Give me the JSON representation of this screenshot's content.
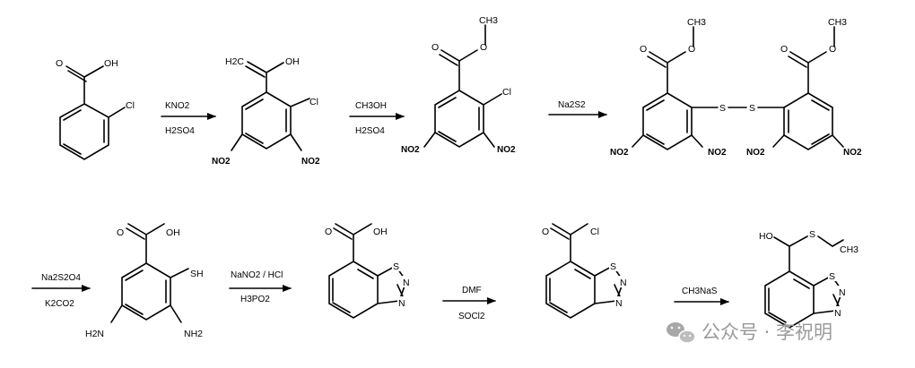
{
  "reagents": {
    "step1_top": "KNO2",
    "step1_bottom": "H2SO4",
    "step2_top": "CH3OH",
    "step2_bottom": "H2SO4",
    "step3_top": "Na2S2",
    "step4_top": "Na2S2O4",
    "step4_bottom": "K2CO2",
    "step5_top": "NaNO2 / HCl",
    "step5_bottom": "H3PO2",
    "step6_top": "DMF",
    "step6_bottom": "SOCl2",
    "step7_top": "CH3NaS"
  },
  "atoms": {
    "o": "O",
    "oh": "OH",
    "ho": "HO",
    "cl": "Cl",
    "no2": "NO2",
    "ch3": "CH3",
    "h2c": "H2C",
    "s": "S",
    "sh": "SH",
    "n": "N",
    "h2n": "H2N",
    "nh2": "NH2"
  },
  "watermark": {
    "text": "公众号 · 李祝明"
  },
  "colors": {
    "ink": "#000000",
    "watermark": "#9a9a9a",
    "background": "#ffffff"
  }
}
